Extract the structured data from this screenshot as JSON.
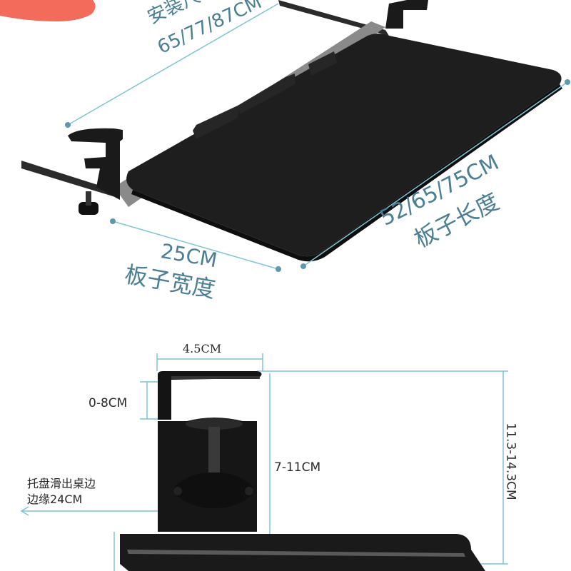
{
  "top_section": {
    "install_label_partial": "安装尺",
    "install_sizes_partial": "65/77/87CM",
    "length_sizes": "52/65/75CM",
    "length_label": "板子长度",
    "width_size": "25CM",
    "width_label": "板子宽度"
  },
  "bottom_section": {
    "clamp_width": "4.5CM",
    "gap_range": "0-8CM",
    "clamp_range": "7-11CM",
    "total_height": "11.3-14.3CM",
    "slide_note_line1": "托盘滑出桌边",
    "slide_note_line2": "边缘24CM"
  },
  "colors": {
    "dimension_line": "#7fc4d8",
    "label_teal": "#4b7f95",
    "board": "#1e1e1e",
    "badge": "#f26b5b"
  }
}
